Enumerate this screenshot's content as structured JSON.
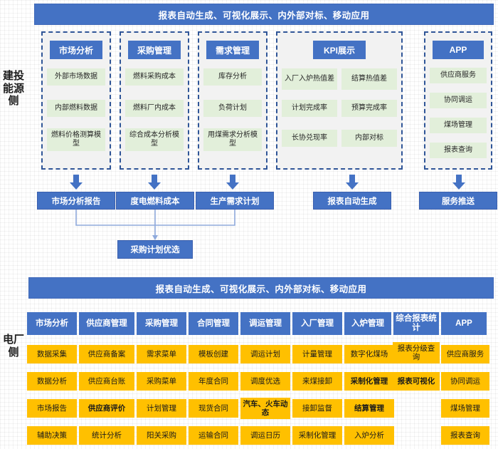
{
  "colors": {
    "blue": "#4472C4",
    "dashed_border": "#2F5597",
    "group_bg": "#F2F2F2",
    "leaf_green": "#E2EFDA",
    "cell_orange": "#FFC000",
    "connector": "#8FAADC"
  },
  "side_labels": {
    "upper": "建投能源侧",
    "lower": "电厂侧"
  },
  "upper_section": {
    "banner": "报表自动生成、可视化展示、内外部对标、移动应用",
    "groups": [
      {
        "title": "市场分析",
        "layout": "single",
        "leaves": [
          "外部市场数据",
          "内部燃料数据",
          "燃料价格测算模型"
        ],
        "outcome": "市场分析报告"
      },
      {
        "title": "采购管理",
        "layout": "single",
        "leaves": [
          "燃料采购成本",
          "燃料厂内成本",
          "综合成本分析模型"
        ],
        "outcome": "度电燃料成本"
      },
      {
        "title": "需求管理",
        "layout": "single",
        "leaves": [
          "库存分析",
          "负荷计划",
          "用煤需求分析模型"
        ],
        "outcome": "生产需求计划"
      },
      {
        "title": "KPI展示",
        "layout": "double",
        "leaves": [
          "入厂入炉热值差",
          "结算热值差",
          "计划完成率",
          "预算完成率",
          "长协兑现率",
          "内部对标"
        ],
        "outcome": "报表自动生成"
      },
      {
        "title": "APP",
        "layout": "single",
        "leaves": [
          "供应商服务",
          "协同调运",
          "煤场管理",
          "报表查询"
        ],
        "outcome": "服务推送"
      }
    ],
    "merged_outcome": "采购计划优选"
  },
  "lower_section": {
    "banner": "报表自动生成、可视化展示、内外部对标、移动应用",
    "columns": [
      {
        "head": "市场分析",
        "cells": [
          "数据采集",
          "数据分析",
          "市场报告",
          "辅助决策"
        ]
      },
      {
        "head": "供应商管理",
        "cells": [
          "供应商备案",
          "供应商台账",
          "供应商评价",
          "统计分析"
        ]
      },
      {
        "head": "采购管理",
        "cells": [
          "需求菜单",
          "采购菜单",
          "计划管理",
          "阳关采购"
        ]
      },
      {
        "head": "合同管理",
        "cells": [
          "模板创建",
          "年度合同",
          "现货合同",
          "运输合同"
        ]
      },
      {
        "head": "调运管理",
        "cells": [
          "调运计划",
          "调度优选",
          "汽车、火车动态",
          "调运日历"
        ]
      },
      {
        "head": "入厂管理",
        "cells": [
          "计量管理",
          "来煤接卸",
          "接卸监督",
          "采制化管理"
        ]
      },
      {
        "head": "入炉管理",
        "cells": [
          "数字化煤场",
          "采制化管理",
          "结算管理",
          "入炉分析"
        ]
      },
      {
        "head": "综合报表统计",
        "cells": [
          "报表分级查询",
          "报表可视化"
        ]
      },
      {
        "head": "APP",
        "cells": [
          "供应商服务",
          "协同调运",
          "煤场管理",
          "报表查询"
        ]
      }
    ],
    "bold_cells": [
      "供应商评价",
      "采制化管理",
      "报表可视化",
      "结算管理"
    ]
  }
}
